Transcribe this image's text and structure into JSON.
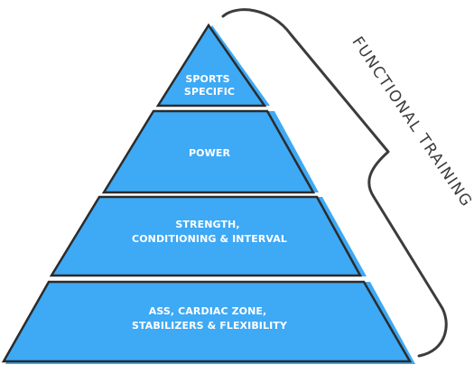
{
  "pyramid": {
    "fill_color": "#3ea9f5",
    "outline_color": "#2b2b2b",
    "tiers": [
      {
        "lines": [
          "SPORTS",
          "SPECIFIC"
        ]
      },
      {
        "lines": [
          "POWER"
        ]
      },
      {
        "lines": [
          "STRENGTH,",
          "CONDITIONING & INTERVAL"
        ]
      },
      {
        "lines": [
          "ASS, CARDIAC ZONE,",
          "STABILIZERS & FLEXIBILITY"
        ]
      }
    ]
  },
  "bracket": {
    "label": "FUNCTIONAL TRAINING",
    "stroke_color": "#3c3c3c",
    "icon": "curly-brace"
  }
}
